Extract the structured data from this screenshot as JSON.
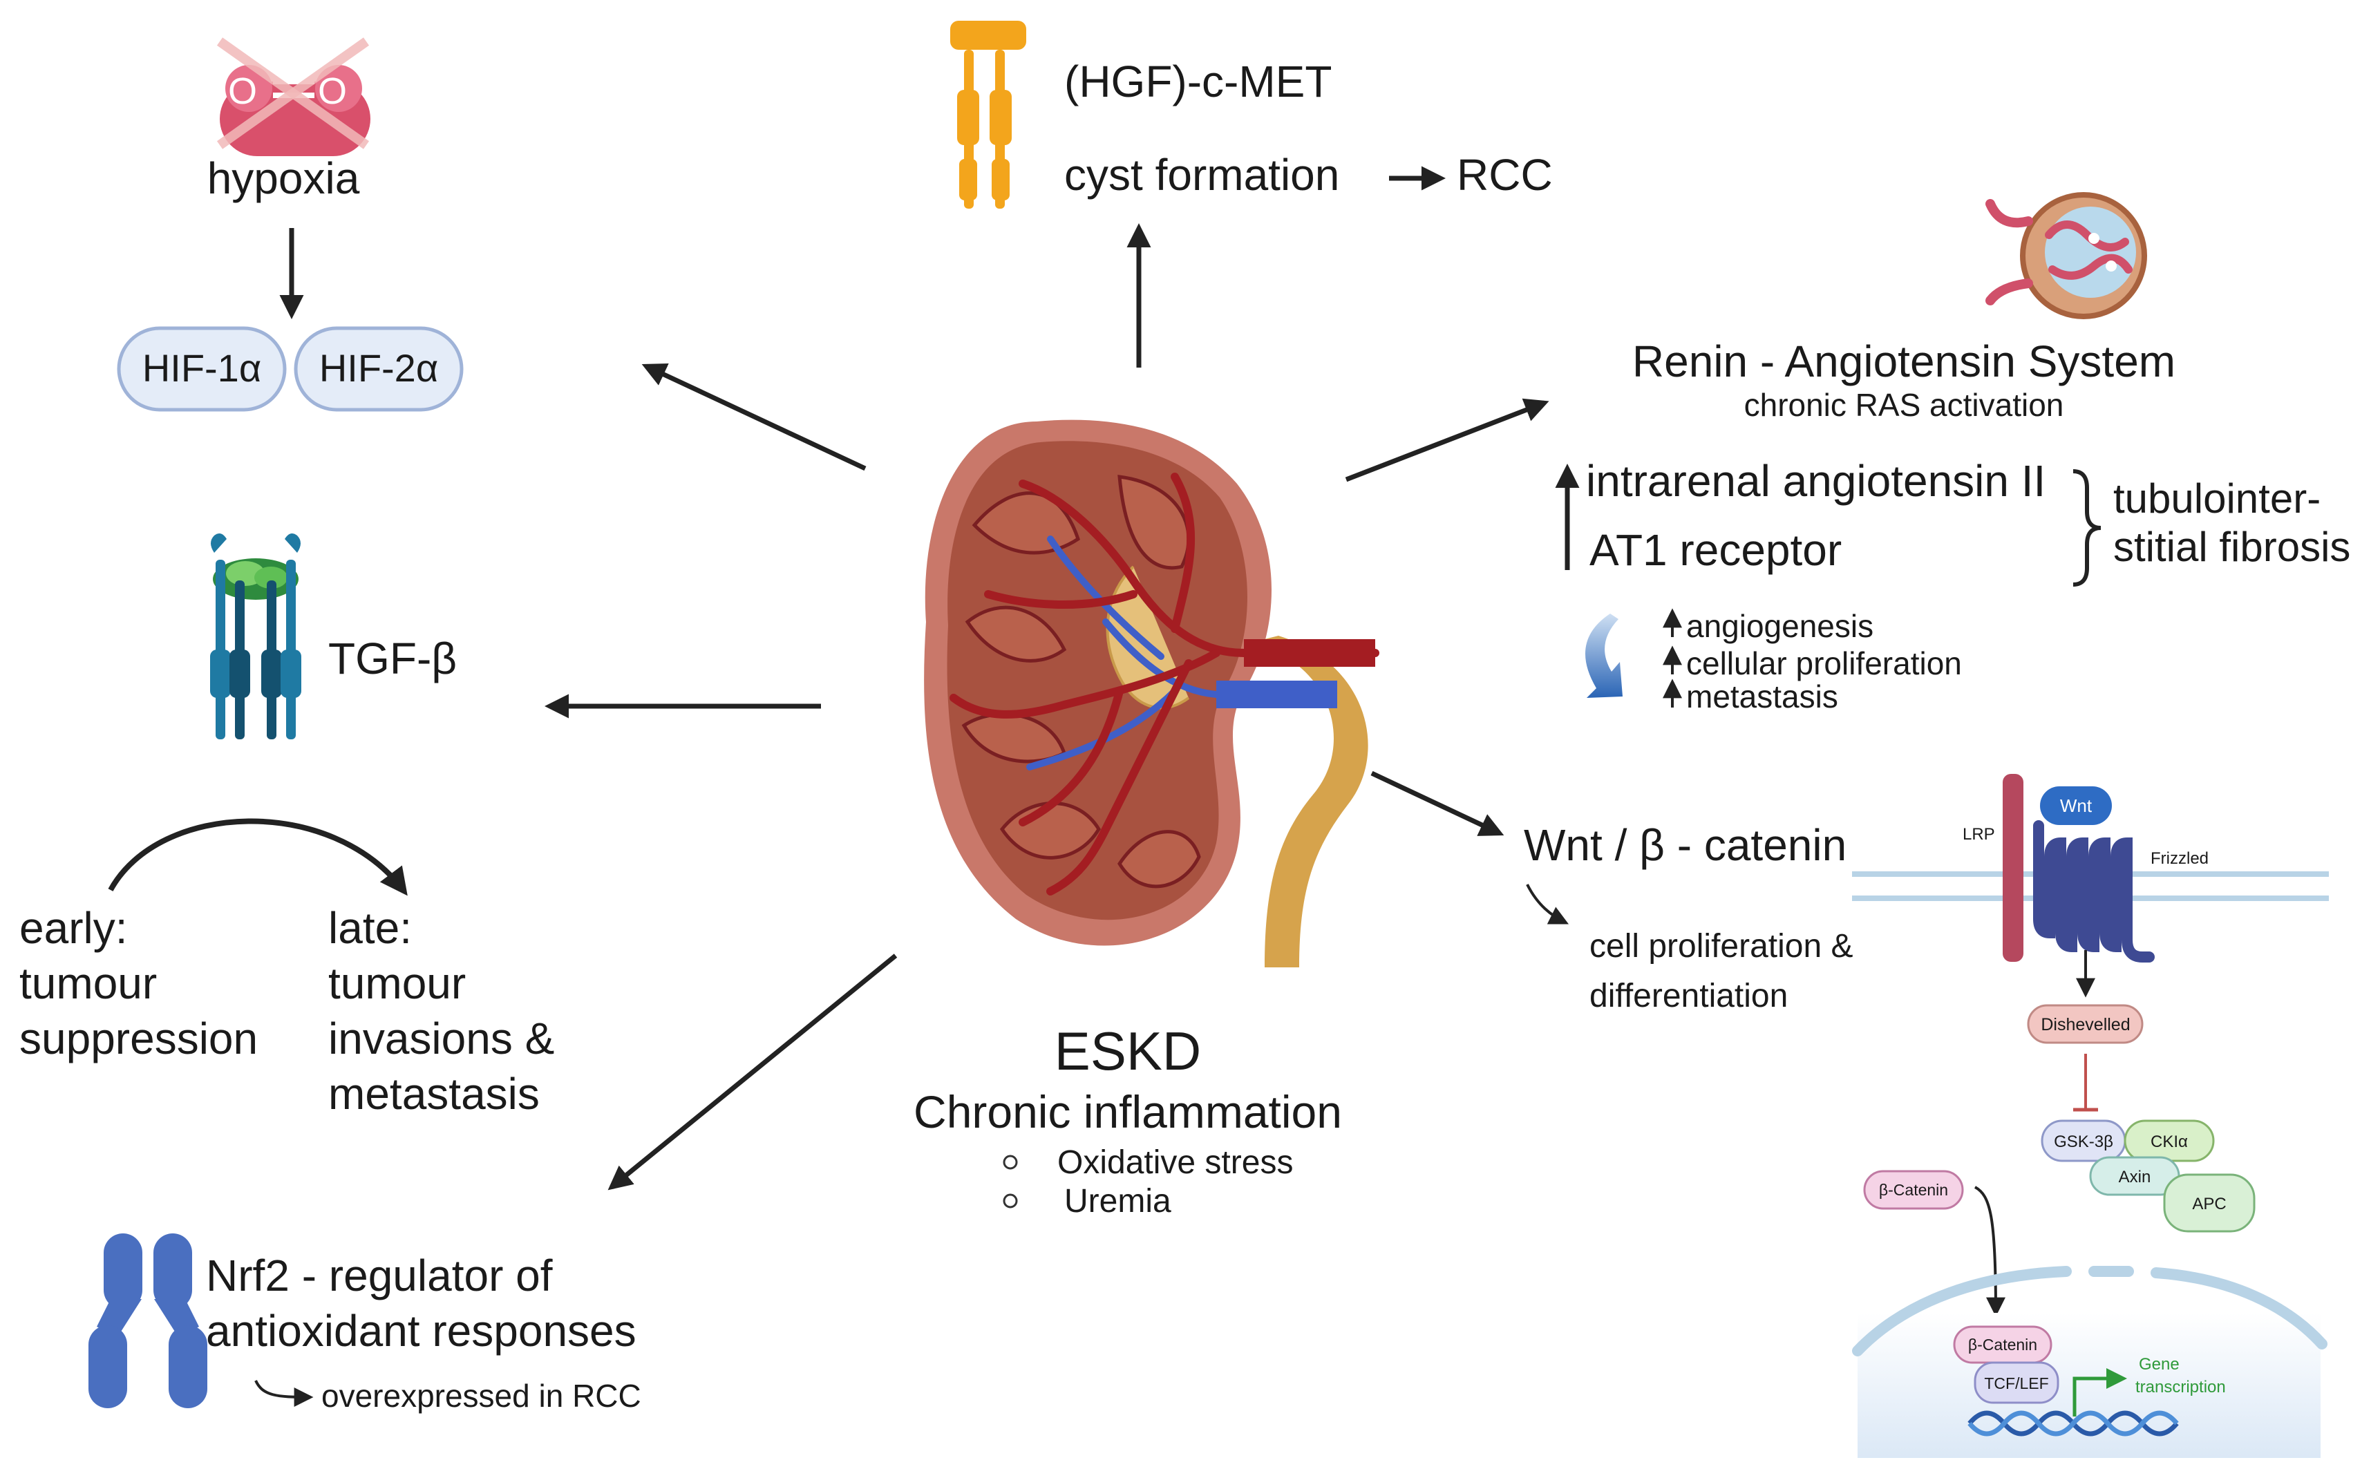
{
  "colors": {
    "arrow": "#222222",
    "pill_fill": "#e4ecf8",
    "pill_stroke": "#9fb3d8",
    "kidney_tissue": "#a85240",
    "kidney_outer": "#c9786a",
    "artery": "#a41d22",
    "vein": "#3f5fc8",
    "ureter": "#d6a34c",
    "receptor_orange": "#f3a51c",
    "tgf_blue": "#2a7fb0",
    "tgf_green": "#4caf50",
    "nrf2_blue": "#4a6fc0",
    "hypoxia_pink": "#d9506b",
    "lrp_red": "#b5485e",
    "frizzled_navy": "#3e4a93",
    "wnt_blue": "#2e6cc4",
    "membrane": "#b8d3e6",
    "gene_green": "#2f9a3a"
  },
  "icons": {
    "hypoxia": "crossed-oxygen-molecule-icon",
    "hgf_cmet": "c-met-receptor-icon",
    "kidney": "kidney-icon",
    "glomerulus": "glomerulus-icon",
    "tgf": "tgf-beta-receptor-icon",
    "nrf2": "nrf2-protein-icon",
    "curved_arrow": "curved-blue-arrow-icon"
  },
  "top_left": {
    "hypoxia": "hypoxia",
    "hif1a": "HIF-1α",
    "hif2a": "HIF-2α"
  },
  "top_center": {
    "cmet": "(HGF)-c-MET",
    "cyst": "cyst formation",
    "rcc": "RCC"
  },
  "ras": {
    "title": "Renin - Angiotensin System",
    "subtitle": "chronic RAS activation",
    "angiotensin": "intrarenal angiotensin II",
    "at1": "AT1 receptor",
    "fibrosis_line1": "tubulointer-",
    "fibrosis_line2": "stitial fibrosis",
    "angiogenesis": "angiogenesis",
    "proliferation": "cellular proliferation",
    "metastasis": "metastasis"
  },
  "tgf": {
    "label": "TGF-β",
    "early_line1": "early:",
    "early_line2": "tumour",
    "early_line3": "suppression",
    "late_line1": "late:",
    "late_line2": "tumour",
    "late_line3": "invasions &",
    "late_line4": "metastasis"
  },
  "center": {
    "eskd": "ESKD",
    "inflammation": "Chronic inflammation",
    "bullet1": "Oxidative stress",
    "bullet2": "Uremia"
  },
  "nrf2": {
    "line1": "Nrf2 - regulator of",
    "line2": "antioxidant responses",
    "sub": "overexpressed in RCC"
  },
  "wnt": {
    "title": "Wnt / β - catenin",
    "sub_line1": "cell proliferation &",
    "sub_line2": "differentiation",
    "wnt": "Wnt",
    "lrp": "LRP",
    "frizzled": "Frizzled",
    "dishevelled": "Dishevelled",
    "gsk3b": "GSK-3β",
    "ck1a": "CKIα",
    "axin": "Axin",
    "apc": "APC",
    "bcatenin_cyto": "β-Catenin",
    "bcatenin_nuc": "β-Catenin",
    "tcf_lef": "TCF/LEF",
    "gene_line1": "Gene",
    "gene_line2": "transcription"
  }
}
